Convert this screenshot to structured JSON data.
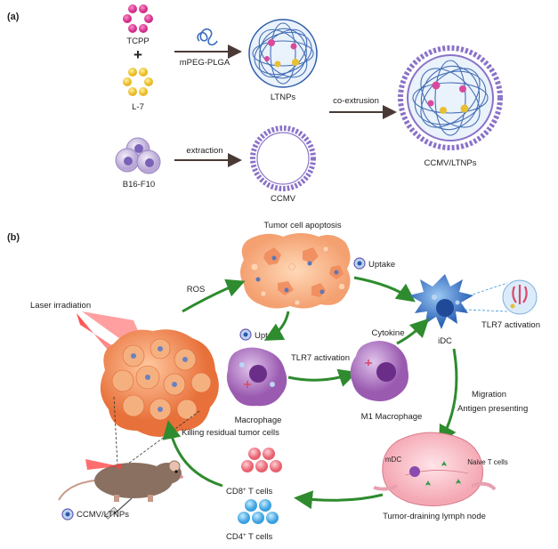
{
  "panel_a": {
    "label": "(a)",
    "tcpp": "TCPP",
    "plus": "+",
    "l7": "L-7",
    "polymer": "mPEG-PLGA",
    "ltnps": "LTNPs",
    "coextrusion": "co-extrusion",
    "product": "CCMV/LTNPs",
    "b16": "B16-F10",
    "extraction": "extraction",
    "ccmv": "CCMV"
  },
  "panel_b": {
    "label": "(b)",
    "apoptosis": "Tumor cell apoptosis",
    "ros": "ROS",
    "laser": "Laser irradiation",
    "uptake_top": "Uptake",
    "uptake_left": "Uptake",
    "tlr7_act_right": "TLR7 activation",
    "tlr7_act_mid": "TLR7 activation",
    "cytokine": "Cytokine",
    "idc": "iDC",
    "macrophage": "Macrophage",
    "m1": "M1 Macrophage",
    "migration": "Migration",
    "antigen": "Antigen presenting",
    "killing": "Killing residual tumor cells",
    "cd8_pre": "CD8",
    "cd8_sup": "+",
    "cd8_post": " T cells",
    "cd4_pre": "CD4",
    "cd4_sup": "+",
    "cd4_post": " T cells",
    "mdc": "mDC",
    "naive": "Naive T cells",
    "lymph": "Tumor-draining lymph node",
    "legend": "CCMV/LTNPs"
  },
  "colors": {
    "arrow_brown": "#4a3a36",
    "arrow_green": "#2e8b2e",
    "tcpp_pink": "#e0419a",
    "l7_yellow": "#f0c93a",
    "membrane_purple": "#8a72c8",
    "tumor_orange": "#f29a6a",
    "dc_blue": "#3a78c8",
    "mac_purple": "#9a5ab0"
  }
}
